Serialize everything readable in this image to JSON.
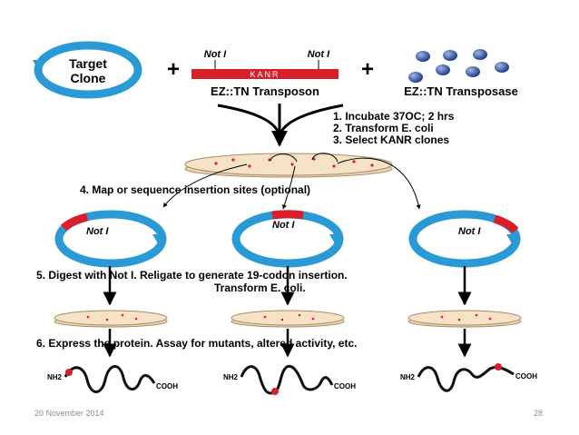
{
  "diagram": {
    "target_clone": {
      "line1": "Target",
      "line2": "Clone"
    },
    "plus": "+",
    "transposon": {
      "not1_left": "Not I",
      "not1_right": "Not I",
      "marker": "KANR",
      "label": "EZ::TN Transposon"
    },
    "transposase": {
      "label": "EZ::TN Transposase"
    },
    "steps_1_3": {
      "step1": "1.  Incubate 37OC; 2 hrs",
      "step2": "2.  Transform E. coli",
      "step3": "3.  Select KANR clones"
    },
    "step4": "4.  Map or sequence insertion sites (optional)",
    "plasmid_label": "Not I",
    "step5_line1": "5.  Digest with Not I.  Religate to generate 19-codon insertion.",
    "step5_line2": "Transform E. coli.",
    "step6": "6.  Express the protein.  Assay for mutants, altered activity, etc.",
    "nh2": "NH2",
    "cooh": "COOH"
  },
  "footer": {
    "date": "20 November 2014",
    "page": "28"
  },
  "colors": {
    "plasmid_blue": "#2a9ad6",
    "insert_red": "#d9202a",
    "plate": "#f6e3c7",
    "bead_blue": "#2d4f9e"
  }
}
